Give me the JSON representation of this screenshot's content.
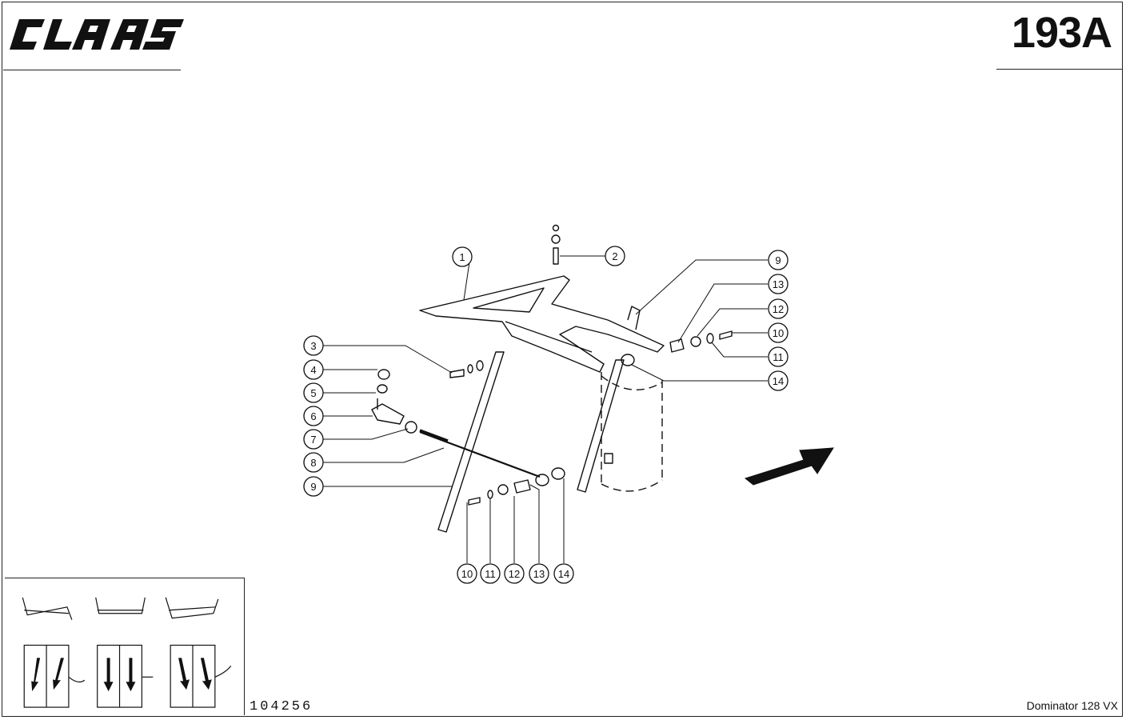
{
  "header": {
    "brand": "CLAAS",
    "page_number": "193A"
  },
  "footer": {
    "reference_number": "104256",
    "model": "Dominator 128 VX"
  },
  "callouts": [
    {
      "id": "c1",
      "label": "1"
    },
    {
      "id": "c2",
      "label": "2"
    },
    {
      "id": "c3",
      "label": "3"
    },
    {
      "id": "c4",
      "label": "4"
    },
    {
      "id": "c5",
      "label": "5"
    },
    {
      "id": "c6",
      "label": "6"
    },
    {
      "id": "c7",
      "label": "7"
    },
    {
      "id": "c8",
      "label": "8"
    },
    {
      "id": "c9a",
      "label": "9"
    },
    {
      "id": "c9b",
      "label": "9"
    },
    {
      "id": "c13a",
      "label": "13"
    },
    {
      "id": "c12a",
      "label": "12"
    },
    {
      "id": "c10a",
      "label": "10"
    },
    {
      "id": "c11a",
      "label": "11"
    },
    {
      "id": "c14a",
      "label": "14"
    },
    {
      "id": "c10b",
      "label": "10"
    },
    {
      "id": "c11b",
      "label": "11"
    },
    {
      "id": "c12b",
      "label": "12"
    },
    {
      "id": "c13b",
      "label": "13"
    },
    {
      "id": "c14b",
      "label": "14"
    }
  ],
  "icons": {
    "direction": "arrow-right-icon"
  }
}
